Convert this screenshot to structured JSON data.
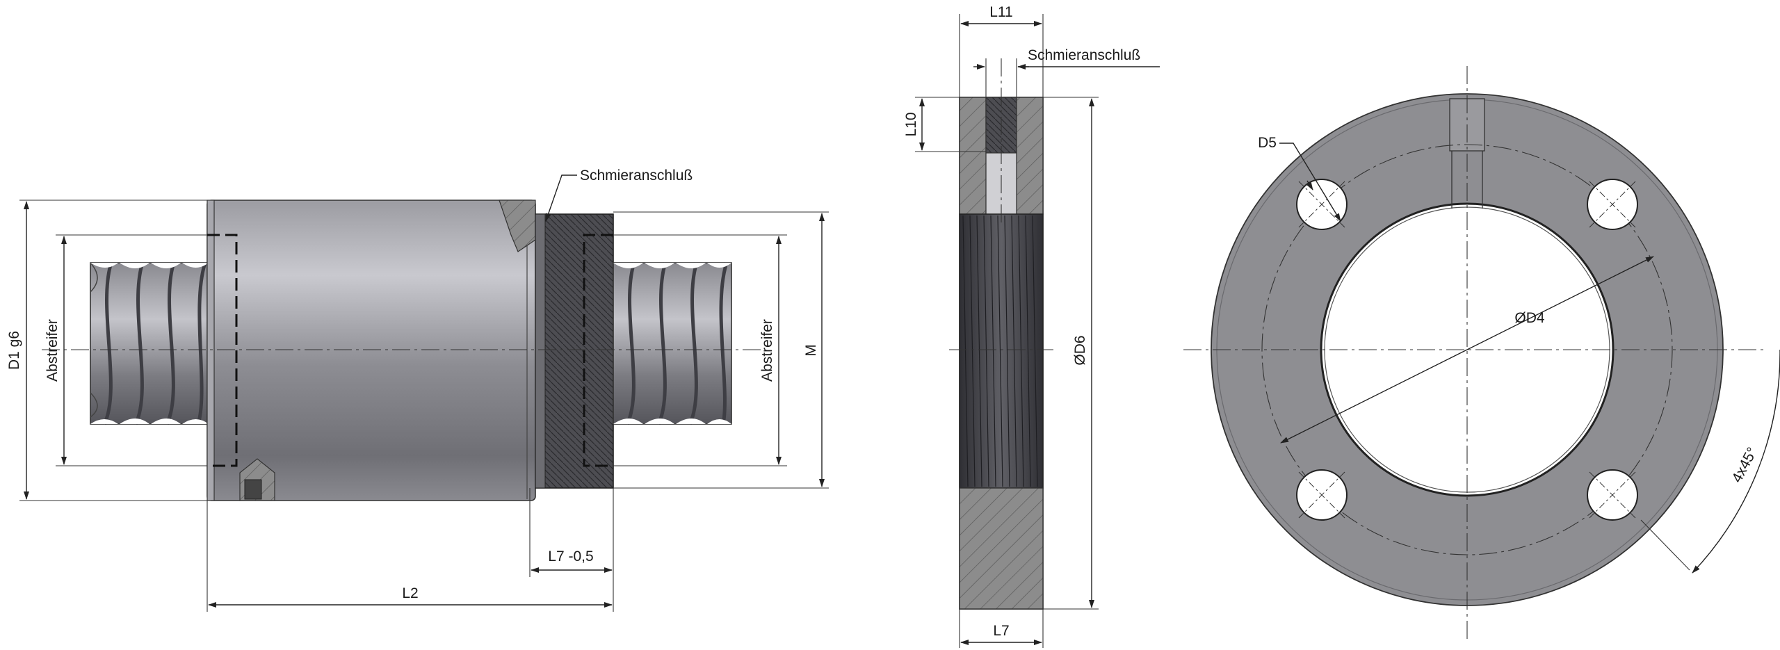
{
  "labels": {
    "lube_left": "Schmieranschluß",
    "lube_mid": "Schmieranschluß",
    "d1": "D1 g6",
    "wiper_left": "Abstreifer",
    "wiper_right": "Abstreifer",
    "m": "M",
    "l7_tol": "L7 -0,5",
    "l2": "L2",
    "l11": "L11",
    "l10": "L10",
    "d6": "ØD6",
    "l7": "L7",
    "d5": "D5",
    "d4": "ØD4",
    "angle": "4x45°"
  }
}
